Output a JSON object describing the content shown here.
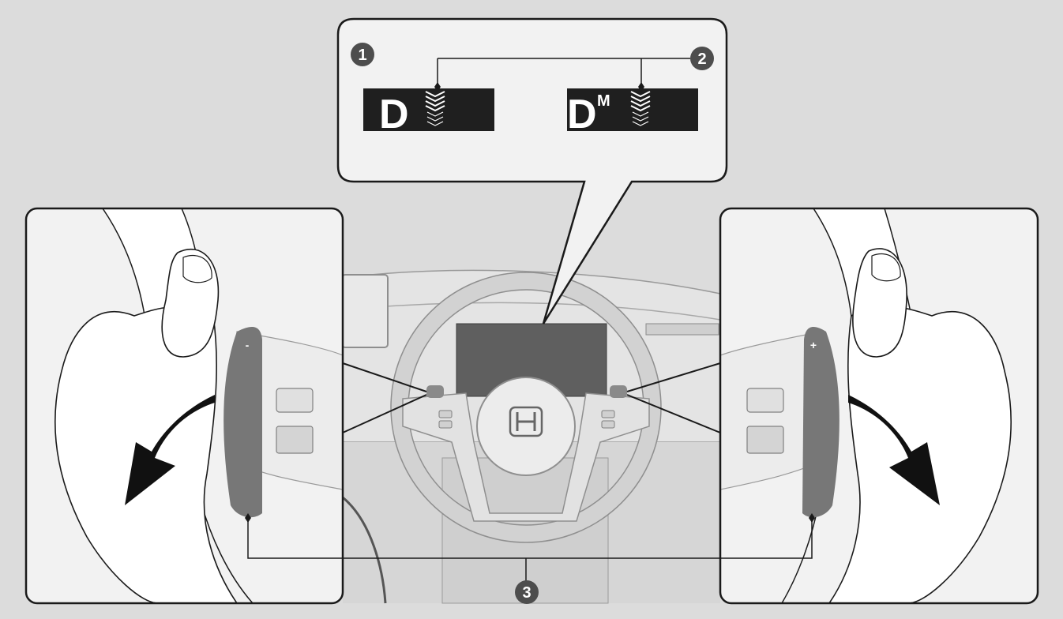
{
  "callouts": {
    "one": "1",
    "two": "2",
    "three": "3"
  },
  "display": {
    "left_gear": "D",
    "right_gear": "D",
    "right_superscript": "M"
  },
  "paddles": {
    "left_sign": "-",
    "right_sign": "+"
  },
  "colors": {
    "background": "#dcdcdc",
    "panel_fill": "#f2f2f2",
    "outline": "#1a1a1a",
    "display_bar": "#1f1f1f",
    "callout_badge": "#4d4d4d",
    "arrow": "#111111"
  }
}
